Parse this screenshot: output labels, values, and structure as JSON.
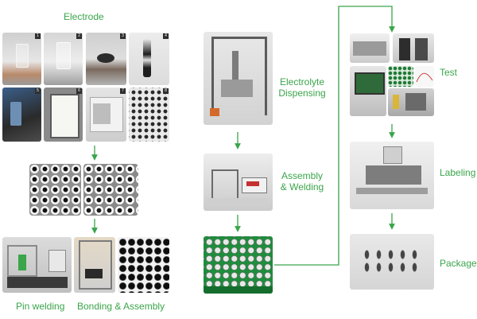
{
  "labels": {
    "electrode": "Electrode",
    "pin_welding": "Pin welding",
    "bonding_assembly": "Bonding & Assembly",
    "electrolyte_line1": "Electrolyte",
    "electrolyte_line2": "Dispensing",
    "assembly_line1": "Assembly",
    "assembly_line2": "& Welding",
    "test": "Test",
    "labeling": "Labeling",
    "package": "Package"
  },
  "electrode_steps": [
    "1",
    "2",
    "3",
    "4",
    "5",
    "6",
    "7",
    "8"
  ],
  "colors": {
    "accent": "#3aa54a",
    "arrow": "#3aa54a"
  }
}
